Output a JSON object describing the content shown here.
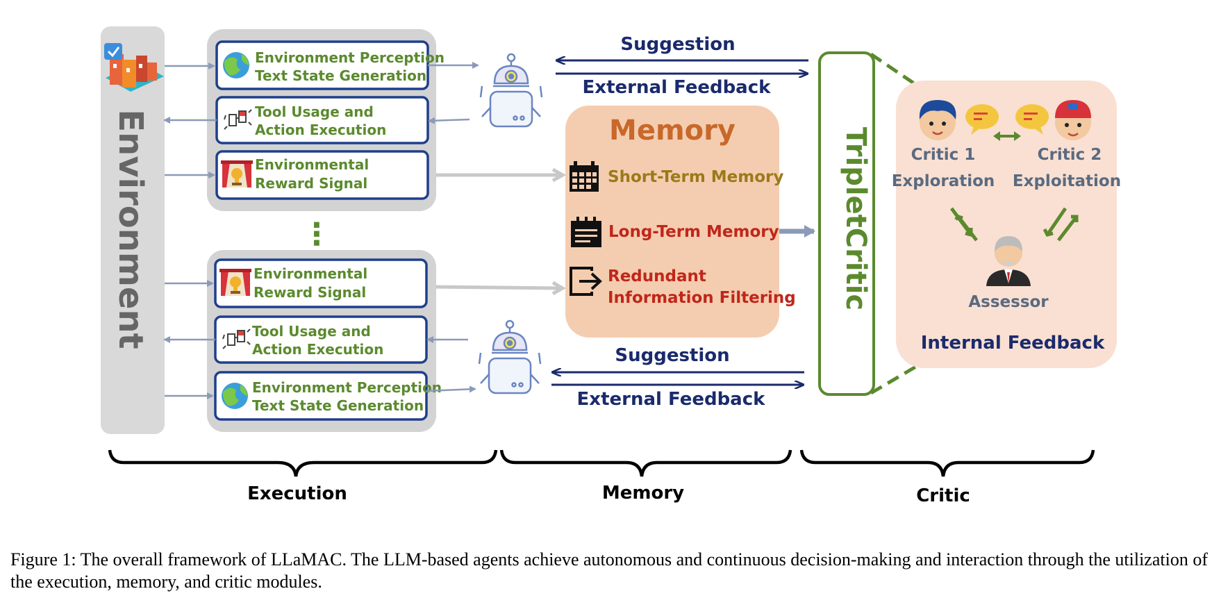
{
  "environment": {
    "label": "Environment"
  },
  "execution": {
    "top_boxes": [
      {
        "line1": "Environment Perception",
        "line2": "Text State Generation",
        "icon": "globe-icon"
      },
      {
        "line1": "Tool Usage and",
        "line2": "Action Execution",
        "icon": "handshake-icon"
      },
      {
        "line1": "Environmental",
        "line2": "Reward Signal",
        "icon": "trophy-stage-icon"
      }
    ],
    "ellipsis": "⋮",
    "bottom_boxes": [
      {
        "line1": "Environmental",
        "line2": "Reward Signal",
        "icon": "trophy-stage-icon"
      },
      {
        "line1": "Tool Usage and",
        "line2": "Action Execution",
        "icon": "handshake-icon"
      },
      {
        "line1": "Environment Perception",
        "line2": "Text State Generation",
        "icon": "globe-icon"
      }
    ]
  },
  "links": {
    "top_suggestion": "Suggestion",
    "top_feedback": "External Feedback",
    "bottom_suggestion": "Suggestion",
    "bottom_feedback": "External Feedback"
  },
  "memory": {
    "title": "Memory",
    "short_term": "Short-Term Memory",
    "long_term": "Long-Term Memory",
    "redundant_line1": "Redundant",
    "redundant_line2": "Information Filtering"
  },
  "triplet_critic": {
    "label": "TripletCritic"
  },
  "critic_panel": {
    "critic1_name": "Critic 1",
    "critic1_role": "Exploration",
    "critic2_name": "Critic 2",
    "critic2_role": "Exploitation",
    "assessor": "Assessor",
    "internal_feedback": "Internal Feedback"
  },
  "modules": {
    "execution": "Execution",
    "memory": "Memory",
    "critic": "Critic"
  },
  "caption": "Figure 1: The overall framework of LLaMAC. The LLM-based agents achieve autonomous and continuous decision-making and interaction through the utilization of the execution, memory, and critic modules.",
  "colors": {
    "green_text": "#5b8a2e",
    "box_border": "#1f3f8c",
    "navy": "#1a2a6c",
    "memory_bg": "#f4cdb0",
    "memory_title": "#c8682a",
    "critic_bg": "#f9e0d2",
    "short_term_text": "#9a7a1a",
    "red_text": "#c0261a",
    "gray_bg": "#d9d9d9"
  }
}
